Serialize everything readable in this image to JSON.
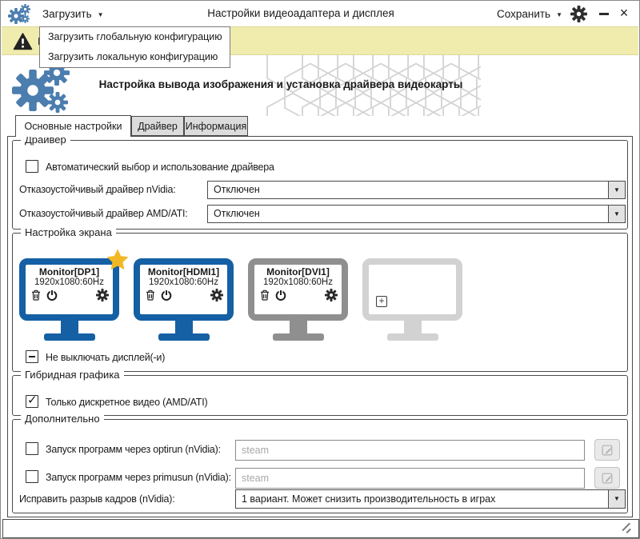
{
  "titlebar": {
    "load_button": "Загрузить",
    "title": "Настройки видеоадаптера и дисплея",
    "save_button": "Сохранить"
  },
  "load_menu": {
    "items": [
      {
        "label": "Загрузить глобальную конфигурацию"
      },
      {
        "label": "Загрузить локальную конфигурацию"
      }
    ]
  },
  "warning_bar": {
    "text": "В"
  },
  "header": {
    "title": "Настройка вывода изображения и установка драйвера видеокарты"
  },
  "tabs": [
    {
      "label": "Основные настройки",
      "active": true
    },
    {
      "label": "Драйвер",
      "active": false
    },
    {
      "label": "Информация",
      "active": false
    }
  ],
  "groups": {
    "driver": {
      "title": "Драйвер",
      "auto_driver_checkbox": {
        "label": "Автоматический выбор и использование драйвера",
        "checked": false
      },
      "nvidia_failsafe": {
        "label": "Отказоустойчивый драйвер nVidia:",
        "value": "Отключен"
      },
      "amd_failsafe": {
        "label": "Отказоустойчивый драйвер AMD/ATI:",
        "value": "Отключен"
      }
    },
    "screen": {
      "title": "Настройка экрана",
      "monitors": [
        {
          "name": "Monitor[DP1]",
          "resolution": "1920x1080:60Hz",
          "primary": true,
          "state": "active"
        },
        {
          "name": "Monitor[HDMI1]",
          "resolution": "1920x1080:60Hz",
          "primary": false,
          "state": "active"
        },
        {
          "name": "Monitor[DVI1]",
          "resolution": "1920x1080:60Hz",
          "primary": false,
          "state": "inactive"
        }
      ],
      "keep_display_on_checkbox": {
        "label": "Не выключать дисплей(-и)",
        "state": "indeterminate"
      }
    },
    "hybrid": {
      "title": "Гибридная графика",
      "discrete_only_checkbox": {
        "label": "Только дискретное видео (AMD/ATI)",
        "checked": true
      }
    },
    "extra": {
      "title": "Дополнительно",
      "optirun": {
        "label": "Запуск программ через optirun (nVidia):",
        "checked": false,
        "placeholder": "steam"
      },
      "primusun": {
        "label": "Запуск программ через primusun (nVidia):",
        "checked": false,
        "placeholder": "steam"
      },
      "frame_tearing": {
        "label": "Исправить разрыв кадров (nVidia):",
        "value": "1 вариант. Может снизить производительность в играх"
      }
    }
  },
  "icons": {
    "dropdown_arrow": "▼",
    "combo_arrow": "▼",
    "close": "×",
    "plus": "+",
    "checkmark": "✓"
  },
  "colors": {
    "accent_blue": "#1560a4",
    "logo_blue": "#4b7dae",
    "warning_bg": "#f0ecad",
    "star_gold": "#f2b824",
    "inactive_monitor": "#8f8f8f",
    "empty_monitor": "#d2d2d2"
  }
}
